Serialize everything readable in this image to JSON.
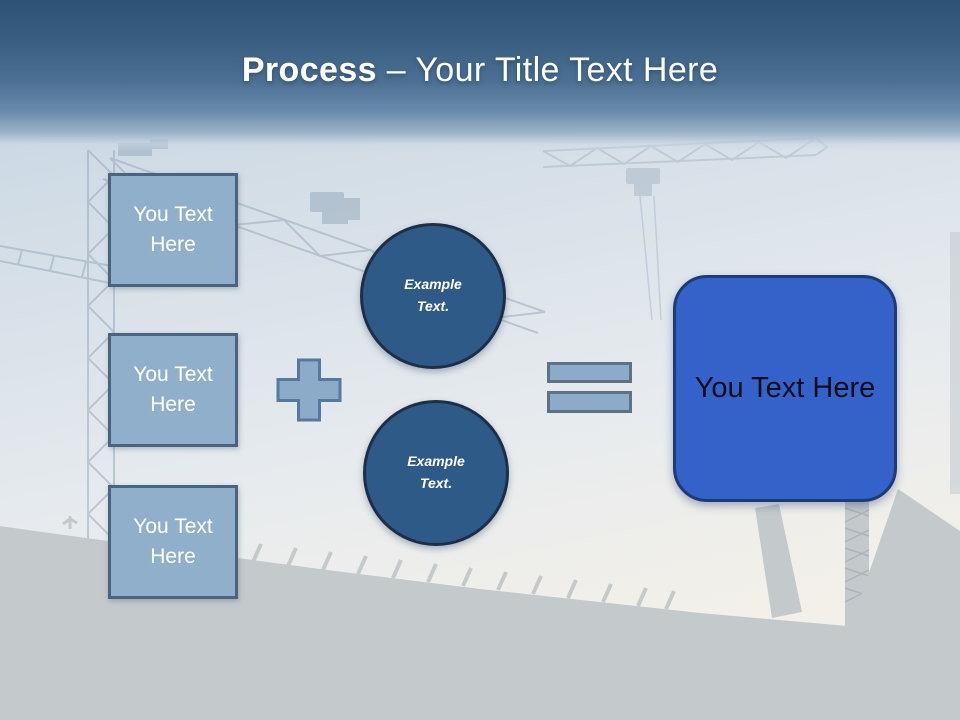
{
  "title": {
    "bold_text": "Process",
    "regular_text": " – Your Title Text Here"
  },
  "diagram": {
    "input_boxes": [
      {
        "label": "You Text Here"
      },
      {
        "label": "You Text Here"
      },
      {
        "label": "You Text Here"
      }
    ],
    "operators": [
      {
        "icon": "plus-icon"
      },
      {
        "icon": "equals-icon"
      }
    ],
    "example_circles": [
      {
        "label": "Example Text."
      },
      {
        "label": "Example Text."
      }
    ],
    "result_box": {
      "label": "You Text Here"
    }
  },
  "background": {
    "scene": "construction-site-with-tower-cranes-silhouette",
    "colors": {
      "header_top": "#2e5276",
      "header_mid": "#4c7094",
      "sky_light": "#e7ebee",
      "sky_warm": "#f3f0e9",
      "box_fill": "#8fafca",
      "box_border": "#4a6480",
      "circle_fill": "#2e5a87",
      "circle_border": "#1b3048",
      "operator_fill": "#8cabc9",
      "result_fill": "#3462c9",
      "result_border": "#1d3b76",
      "silhouette_gray": "#c4c9cc",
      "crane_faint": "#93a7ba",
      "title_text": "#ffffff"
    }
  }
}
